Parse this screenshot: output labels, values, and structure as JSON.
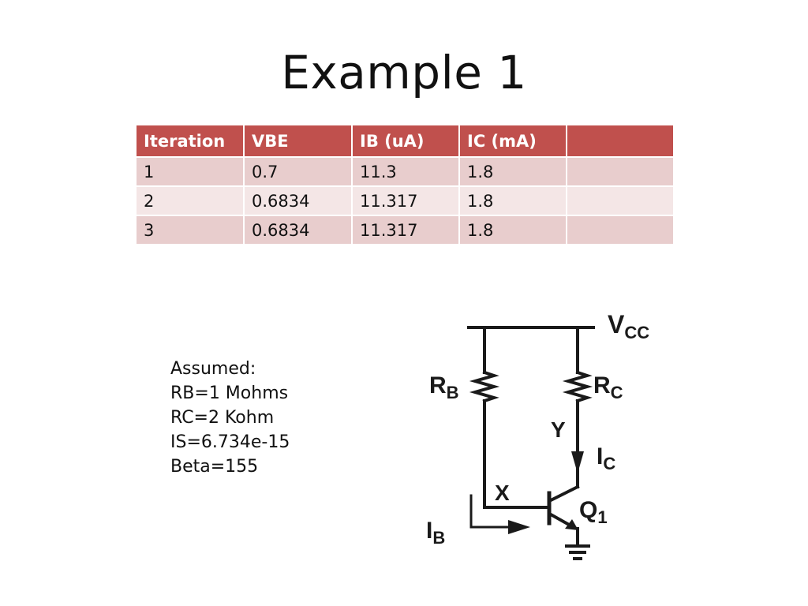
{
  "slide": {
    "title": "Example 1"
  },
  "table": {
    "headers": [
      "Iteration",
      "VBE",
      "IB (uA)",
      "IC (mA)",
      ""
    ],
    "rows": [
      [
        "1",
        "0.7",
        "11.3",
        "1.8",
        ""
      ],
      [
        "2",
        "0.6834",
        "11.317",
        "1.8",
        ""
      ],
      [
        "3",
        "0.6834",
        "11.317",
        "1.8",
        ""
      ]
    ]
  },
  "assumed": {
    "lines": [
      "Assumed:",
      "RB=1 Mohms",
      "RC=2 Kohm",
      "IS=6.734e-15",
      "Beta=155"
    ]
  },
  "circuit": {
    "vcc": {
      "main": "V",
      "sub": "CC"
    },
    "rb": {
      "main": "R",
      "sub": "B"
    },
    "rc": {
      "main": "R",
      "sub": "C"
    },
    "node_y": "Y",
    "node_x": "X",
    "ic": {
      "main": "I",
      "sub": "C"
    },
    "ib": {
      "main": "I",
      "sub": "B"
    },
    "q1": {
      "main": "Q",
      "sub": "1"
    }
  }
}
